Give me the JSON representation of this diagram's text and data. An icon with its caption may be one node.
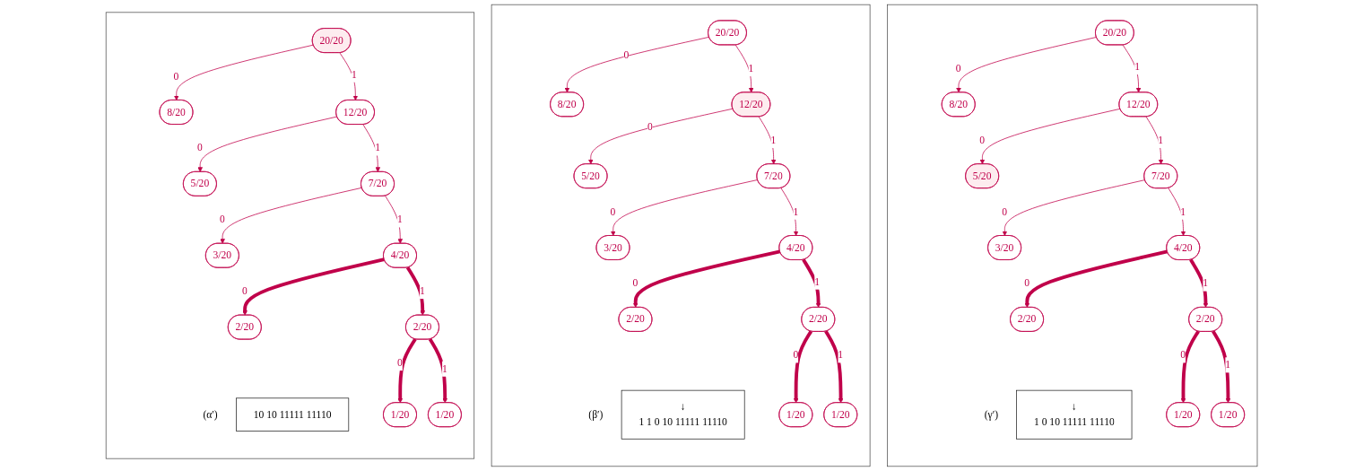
{
  "diagram": {
    "nodes": [
      {
        "text": [],
        "shape": "box"
      },
      {
        "text": [
          "20/20"
        ],
        "in": 0
      },
      {
        "text": [
          "8/20"
        ],
        "in": 0
      },
      {
        "text": [
          "12/20"
        ],
        "in": 0
      },
      {
        "text": [
          "5/20"
        ],
        "in": 0
      },
      {
        "text": [
          "7/20"
        ],
        "in": 0
      },
      {
        "text": [
          "3/20"
        ],
        "in": 0
      },
      {
        "text": [
          "4/20"
        ],
        "in": 0
      },
      {
        "text": [
          "2/20"
        ],
        "in": 0
      },
      {
        "text": [
          "2/20"
        ],
        "in": 0
      },
      {
        "text": [
          "1/20"
        ],
        "in": 0
      },
      {
        "text": [
          "1/20"
        ],
        "in": 0
      },
      {
        "text": [
          "10 10 11111 11110"
        ],
        "beside": [
          "(α′)"
        ],
        "in": 0
      },
      {
        "text": [],
        "shape": "box"
      },
      {
        "text": [
          "20/20"
        ],
        "in": 13
      },
      {
        "text": [
          "8/20"
        ],
        "in": 13
      },
      {
        "text": [
          "12/20"
        ],
        "in": 13
      },
      {
        "text": [
          "5/20"
        ],
        "in": 13
      },
      {
        "text": [
          "7/20"
        ],
        "in": 13
      },
      {
        "text": [
          "3/20"
        ],
        "in": 13
      },
      {
        "text": [
          "4/20"
        ],
        "in": 13
      },
      {
        "text": [
          "2/20"
        ],
        "in": 13
      },
      {
        "text": [
          "2/20"
        ],
        "in": 13
      },
      {
        "text": [
          "1/20"
        ],
        "in": 13
      },
      {
        "text": [
          "1/20"
        ],
        "in": 13
      },
      {
        "text": [
          "↓",
          "1 1 0 10 11111 11110"
        ],
        "beside": [
          "(β′)"
        ],
        "in": 13
      },
      {
        "text": [],
        "shape": "box"
      },
      {
        "text": [
          "20/20"
        ],
        "in": 26
      },
      {
        "text": [
          "8/20"
        ],
        "in": 26
      },
      {
        "text": [
          "12/20"
        ],
        "in": 26
      },
      {
        "text": [
          "5/20"
        ],
        "in": 26
      },
      {
        "text": [
          "7/20"
        ],
        "in": 26
      },
      {
        "text": [
          "3/20"
        ],
        "in": 26
      },
      {
        "text": [
          "4/20"
        ],
        "in": 26
      },
      {
        "text": [
          "2/20"
        ],
        "in": 26
      },
      {
        "text": [
          "2/20"
        ],
        "in": 26
      },
      {
        "text": [
          "1/20"
        ],
        "in": 26
      },
      {
        "text": [
          "1/20"
        ],
        "in": 26
      },
      {
        "text": [
          "↓",
          "1 0 10 11111 11110"
        ],
        "beside": [
          "(γ′)"
        ],
        "in": 26
      }
    ],
    "edges": [
      {
        "from": 1,
        "to": 2,
        "arrow": "to",
        "label": "0"
      },
      {
        "from": 1,
        "to": 3,
        "arrow": "to",
        "label": "1"
      },
      {
        "from": 3,
        "to": 4,
        "arrow": "to",
        "label": "0"
      },
      {
        "from": 3,
        "to": 5,
        "arrow": "to",
        "label": "1"
      },
      {
        "from": 5,
        "to": 6,
        "arrow": "to",
        "label": "0"
      },
      {
        "from": 5,
        "to": 7,
        "arrow": "to",
        "label": "1"
      },
      {
        "from": 7,
        "to": 8,
        "arrow": "to",
        "label": "0",
        "style": "thick"
      },
      {
        "from": 7,
        "to": 9,
        "arrow": "to",
        "label": "1",
        "style": "thick"
      },
      {
        "from": 9,
        "to": 10,
        "arrow": "to",
        "label": "0",
        "style": "thick"
      },
      {
        "from": 9,
        "to": 11,
        "arrow": "to",
        "label": "1",
        "style": "thick"
      },
      {
        "from": 14,
        "to": 15,
        "arrow": "to",
        "label": "0"
      },
      {
        "from": 14,
        "to": 16,
        "arrow": "to",
        "label": "1"
      },
      {
        "from": 16,
        "to": 17,
        "arrow": "to",
        "label": "0"
      },
      {
        "from": 16,
        "to": 18,
        "arrow": "to",
        "label": "1"
      },
      {
        "from": 18,
        "to": 19,
        "arrow": "to",
        "label": "0"
      },
      {
        "from": 18,
        "to": 20,
        "arrow": "to",
        "label": "1"
      },
      {
        "from": 20,
        "to": 21,
        "arrow": "to",
        "label": "0",
        "style": "thick"
      },
      {
        "from": 20,
        "to": 22,
        "arrow": "to",
        "label": "1",
        "style": "thick"
      },
      {
        "from": 22,
        "to": 23,
        "arrow": "to",
        "label": "0",
        "style": "thick"
      },
      {
        "from": 22,
        "to": 24,
        "arrow": "to",
        "label": "1",
        "style": "thick"
      },
      {
        "from": 27,
        "to": 28,
        "arrow": "to",
        "label": "0"
      },
      {
        "from": 27,
        "to": 29,
        "arrow": "to",
        "label": "1"
      },
      {
        "from": 29,
        "to": 30,
        "arrow": "to",
        "label": "0"
      },
      {
        "from": 29,
        "to": 31,
        "arrow": "to",
        "label": "1"
      },
      {
        "from": 31,
        "to": 32,
        "arrow": "to",
        "label": "0"
      },
      {
        "from": 31,
        "to": 33,
        "arrow": "to",
        "label": "1"
      },
      {
        "from": 33,
        "to": 34,
        "arrow": "to",
        "label": "0",
        "style": "thick"
      },
      {
        "from": 33,
        "to": 35,
        "arrow": "to",
        "label": "1",
        "style": "thick"
      },
      {
        "from": 35,
        "to": 36,
        "arrow": "to",
        "label": "0",
        "style": "thick"
      },
      {
        "from": 35,
        "to": 37,
        "arrow": "to",
        "label": "1",
        "style": "thick"
      }
    ]
  }
}
